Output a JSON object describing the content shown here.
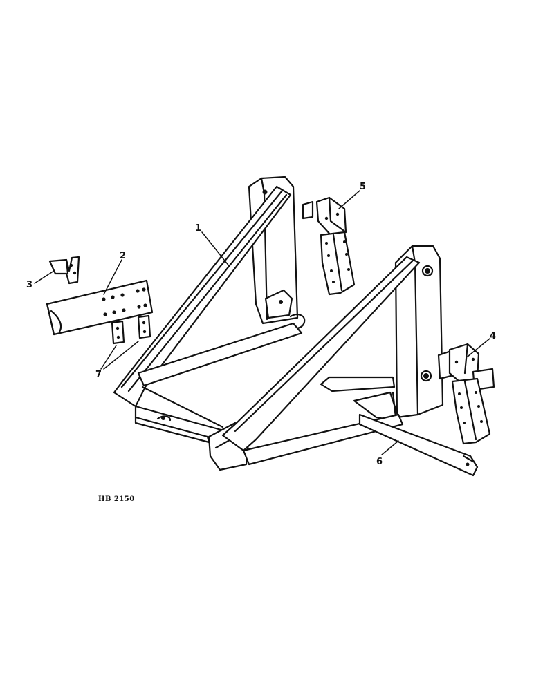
{
  "diagram": {
    "reference_code": "HB 2150",
    "callouts": [
      {
        "id": "callout-1",
        "number": "1"
      },
      {
        "id": "callout-2",
        "number": "2"
      },
      {
        "id": "callout-3",
        "number": "3"
      },
      {
        "id": "callout-4",
        "number": "4"
      },
      {
        "id": "callout-5",
        "number": "5"
      },
      {
        "id": "callout-6",
        "number": "6"
      },
      {
        "id": "callout-7",
        "number": "7"
      }
    ]
  }
}
